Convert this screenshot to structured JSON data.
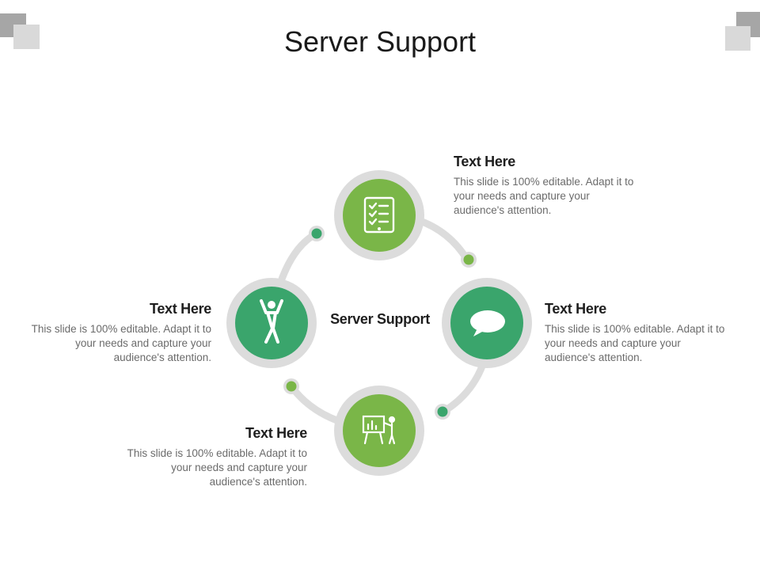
{
  "title": "Server Support",
  "center_label": "Server Support",
  "colors": {
    "light_green": "#7ab648",
    "dark_green": "#3aa56c",
    "ring_gray": "#dcdcdc",
    "corner_dark": "#a6a6a6",
    "corner_light": "#d9d9d9"
  },
  "nodes": [
    {
      "id": "top",
      "icon": "checklist-tablet-icon",
      "color": "light_green",
      "heading": "Text Here",
      "body": "This slide is 100% editable. Adapt it to your needs and capture your audience's attention."
    },
    {
      "id": "right",
      "icon": "speech-bubble-icon",
      "color": "dark_green",
      "heading": "Text Here",
      "body": "This slide is 100% editable. Adapt it to your needs and capture your audience's attention."
    },
    {
      "id": "bottom",
      "icon": "presenter-board-icon",
      "color": "light_green",
      "heading": "Text Here",
      "body": "This slide is 100% editable. Adapt it to your needs and capture your audience's attention."
    },
    {
      "id": "left",
      "icon": "cheering-person-icon",
      "color": "dark_green",
      "heading": "Text Here",
      "body": "This slide is 100% editable. Adapt it to your needs and capture your audience's attention."
    }
  ]
}
